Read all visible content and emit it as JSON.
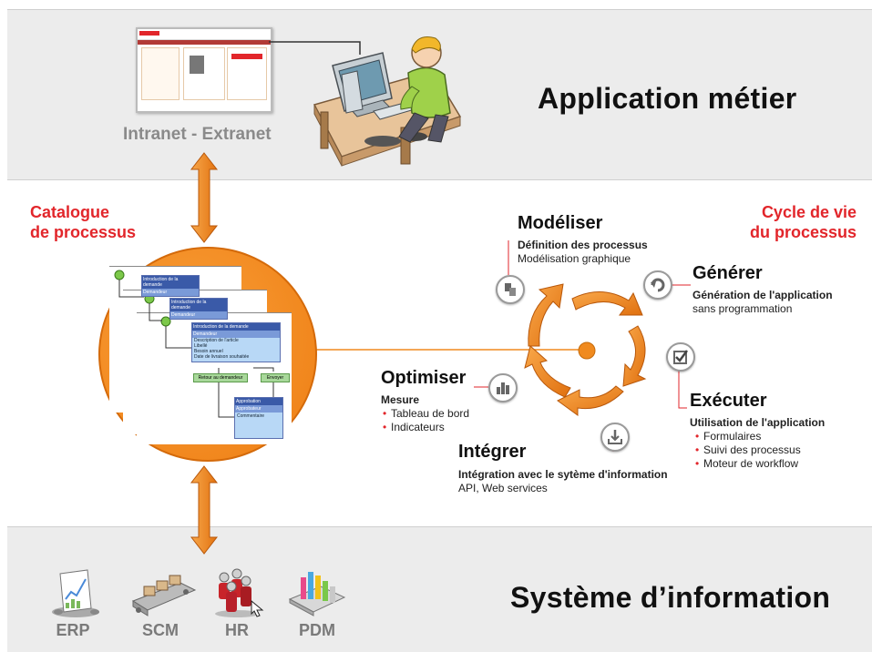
{
  "top": {
    "title": "Application métier",
    "intranet_label": "Intranet - Extranet"
  },
  "middle": {
    "catalogue_title_line1": "Catalogue",
    "catalogue_title_line2": "de processus",
    "cycle_title_line1": "Cycle de vie",
    "cycle_title_line2": "du processus",
    "steps": {
      "modeliser": {
        "title": "Modéliser",
        "line1": "Définition des processus",
        "line2": "Modélisation graphique"
      },
      "generer": {
        "title": "Générer",
        "line1": "Génération de l'application",
        "line2": "sans programmation"
      },
      "executer": {
        "title": "Exécuter",
        "line1": "Utilisation de l'application",
        "bullets": [
          "Formulaires",
          "Suivi des processus",
          "Moteur de workflow"
        ]
      },
      "integrer": {
        "title": "Intégrer",
        "line1": "Intégration avec le sytème d'information",
        "line2": "API, Web services"
      },
      "optimiser": {
        "title": "Optimiser",
        "line1": "Mesure",
        "bullets": [
          "Tableau de bord",
          "Indicateurs"
        ]
      }
    },
    "process_cards": {
      "card1": {
        "header": "Introduction de la demande",
        "row1": "Demandeur"
      },
      "card2": {
        "header": "Introduction de la demande",
        "row1": "Demandeur"
      },
      "card3": {
        "header": "Introduction de la demande",
        "row1": "Demandeur",
        "fields": [
          "Description de l'article",
          "Libellé",
          "Besoin annuel",
          "Date de livraison souhaitée"
        ]
      },
      "btn_retour": "Retour au demandeur",
      "btn_envoyer": "Envoyer",
      "card4": {
        "header": "Approbation",
        "row1": "Approbateur",
        "row2": "Commentaire"
      }
    }
  },
  "bottom": {
    "title": "Système d’information",
    "systems": [
      "ERP",
      "SCM",
      "HR",
      "PDM"
    ]
  },
  "colors": {
    "accent_orange": "#f08a1e",
    "title_red": "#e2262b",
    "band_grey": "#ececec"
  }
}
